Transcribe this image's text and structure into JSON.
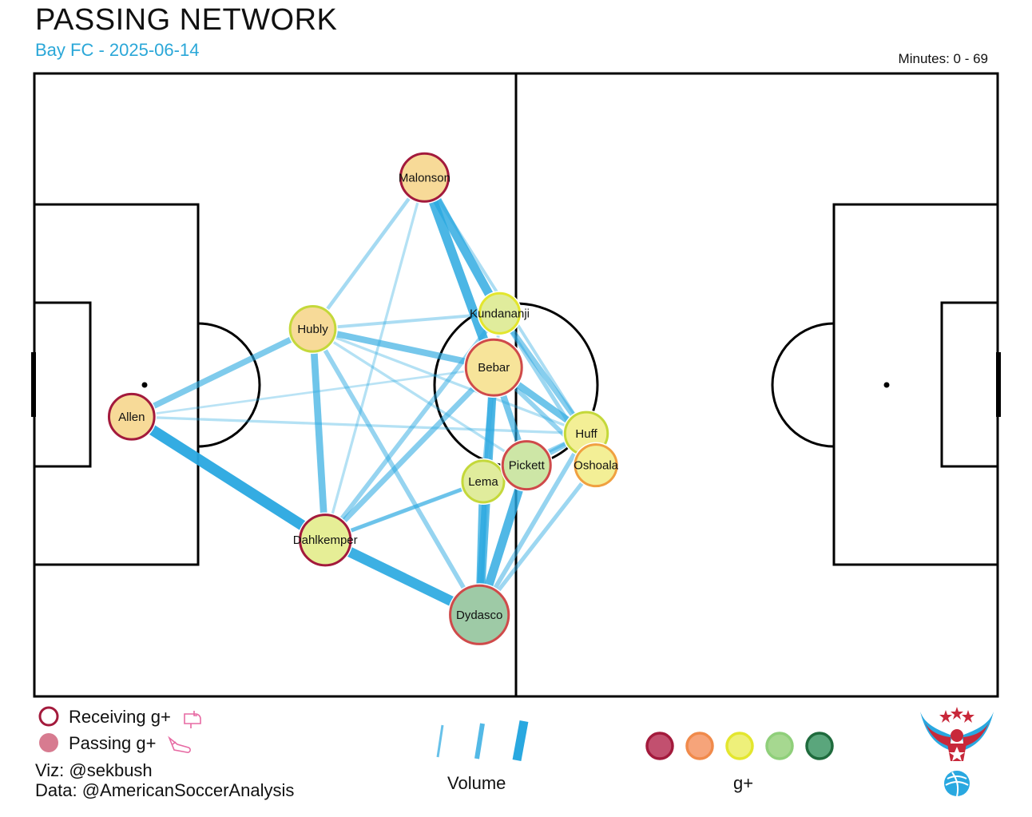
{
  "header": {
    "title": "PASSING NETWORK",
    "subtitle": "Bay FC - 2025-06-14",
    "minutes": "Minutes: 0 - 69"
  },
  "colors": {
    "pass_line": "#29a8e0",
    "subtitle": "#2aa7d8",
    "gplus_scale": [
      "#c2506f",
      "#f6a47a",
      "#eef07a",
      "#a6d890",
      "#5aa67c"
    ],
    "gplus_scale_stroke": [
      "#a31a3c",
      "#f08a4b",
      "#e3e62e",
      "#8fcf7a",
      "#1f6b3d"
    ]
  },
  "legend": {
    "receiving_label": "Receiving g+",
    "passing_label": "Passing g+",
    "volume_label": "Volume",
    "gplus_label": "g+",
    "mailbox_icon": "mailbox-icon",
    "boot_icon": "boot-icon"
  },
  "credits": {
    "viz": "Viz: @sekbush",
    "data": "Data: @AmericanSoccerAnalysis"
  },
  "logo": {
    "name": "eagle-logo-icon"
  },
  "chart_data": {
    "type": "network",
    "title": "PASSING NETWORK",
    "nodes": [
      {
        "name": "Malonson",
        "x": 40.5,
        "y": 83.3,
        "fill": "#f7da98",
        "stroke": "#a31a3c",
        "size": 1.0
      },
      {
        "name": "Hubly",
        "x": 28.9,
        "y": 59.0,
        "fill": "#f7da98",
        "stroke": "#c4d83a",
        "size": 0.95
      },
      {
        "name": "Allen",
        "x": 10.1,
        "y": 44.9,
        "fill": "#f7da98",
        "stroke": "#a31a3c",
        "size": 0.95
      },
      {
        "name": "Dahlkemper",
        "x": 30.2,
        "y": 25.1,
        "fill": "#e6ee96",
        "stroke": "#a31a3c",
        "size": 1.05
      },
      {
        "name": "Kundananji",
        "x": 48.3,
        "y": 61.5,
        "fill": "#e0ec9c",
        "stroke": "#e3e62e",
        "size": 0.85
      },
      {
        "name": "Bebar",
        "x": 47.7,
        "y": 52.8,
        "fill": "#f7e49a",
        "stroke": "#cf4a4a",
        "size": 1.15
      },
      {
        "name": "Huff",
        "x": 57.3,
        "y": 42.2,
        "fill": "#f3ef96",
        "stroke": "#c4d83a",
        "size": 0.9
      },
      {
        "name": "Oshoala",
        "x": 58.3,
        "y": 37.1,
        "fill": "#f3ef96",
        "stroke": "#f0a040",
        "size": 0.88
      },
      {
        "name": "Lema",
        "x": 46.6,
        "y": 34.5,
        "fill": "#e0ec9c",
        "stroke": "#c4d83a",
        "size": 0.88
      },
      {
        "name": "Pickett",
        "x": 51.1,
        "y": 37.1,
        "fill": "#cde6a6",
        "stroke": "#cf4a4a",
        "size": 1.0
      },
      {
        "name": "Dydasco",
        "x": 46.2,
        "y": 13.1,
        "fill": "#9ecaa6",
        "stroke": "#cf4a4a",
        "size": 1.2
      }
    ],
    "edges": [
      {
        "source": "Allen",
        "target": "Dahlkemper",
        "volume": 1.0
      },
      {
        "source": "Dahlkemper",
        "target": "Dydasco",
        "volume": 0.95
      },
      {
        "source": "Malonson",
        "target": "Bebar",
        "volume": 0.85
      },
      {
        "source": "Malonson",
        "target": "Kundananji",
        "volume": 0.8
      },
      {
        "source": "Hubly",
        "target": "Dahlkemper",
        "volume": 0.6
      },
      {
        "source": "Hubly",
        "target": "Bebar",
        "volume": 0.55
      },
      {
        "source": "Allen",
        "target": "Hubly",
        "volume": 0.5
      },
      {
        "source": "Bebar",
        "target": "Dydasco",
        "volume": 0.75
      },
      {
        "source": "Pickett",
        "target": "Dydasco",
        "volume": 0.8
      },
      {
        "source": "Lema",
        "target": "Dydasco",
        "volume": 0.7
      },
      {
        "source": "Bebar",
        "target": "Huff",
        "volume": 0.6
      },
      {
        "source": "Bebar",
        "target": "Pickett",
        "volume": 0.55
      },
      {
        "source": "Kundananji",
        "target": "Huff",
        "volume": 0.45
      },
      {
        "source": "Dahlkemper",
        "target": "Bebar",
        "volume": 0.45
      },
      {
        "source": "Dahlkemper",
        "target": "Kundananji",
        "volume": 0.35
      },
      {
        "source": "Dahlkemper",
        "target": "Lema",
        "volume": 0.3
      },
      {
        "source": "Hubly",
        "target": "Dydasco",
        "volume": 0.35
      },
      {
        "source": "Malonson",
        "target": "Hubly",
        "volume": 0.25
      },
      {
        "source": "Malonson",
        "target": "Dahlkemper",
        "volume": 0.15
      },
      {
        "source": "Malonson",
        "target": "Huff",
        "volume": 0.2
      },
      {
        "source": "Hubly",
        "target": "Kundananji",
        "volume": 0.2
      },
      {
        "source": "Hubly",
        "target": "Huff",
        "volume": 0.15
      },
      {
        "source": "Hubly",
        "target": "Pickett",
        "volume": 0.15
      },
      {
        "source": "Allen",
        "target": "Huff",
        "volume": 0.15
      },
      {
        "source": "Allen",
        "target": "Bebar",
        "volume": 0.1
      },
      {
        "source": "Dydasco",
        "target": "Oshoala",
        "volume": 0.3
      },
      {
        "source": "Dydasco",
        "target": "Huff",
        "volume": 0.35
      },
      {
        "source": "Dydasco",
        "target": "Kundananji",
        "volume": 0.2
      },
      {
        "source": "Lema",
        "target": "Huff",
        "volume": 0.3
      },
      {
        "source": "Pickett",
        "target": "Huff",
        "volume": 0.4
      },
      {
        "source": "Bebar",
        "target": "Oshoala",
        "volume": 0.35
      },
      {
        "source": "Dahlkemper",
        "target": "Pickett",
        "volume": 0.25
      },
      {
        "source": "Lema",
        "target": "Bebar",
        "volume": 0.4
      },
      {
        "source": "Kundananji",
        "target": "Oshoala",
        "volume": 0.3
      }
    ]
  }
}
